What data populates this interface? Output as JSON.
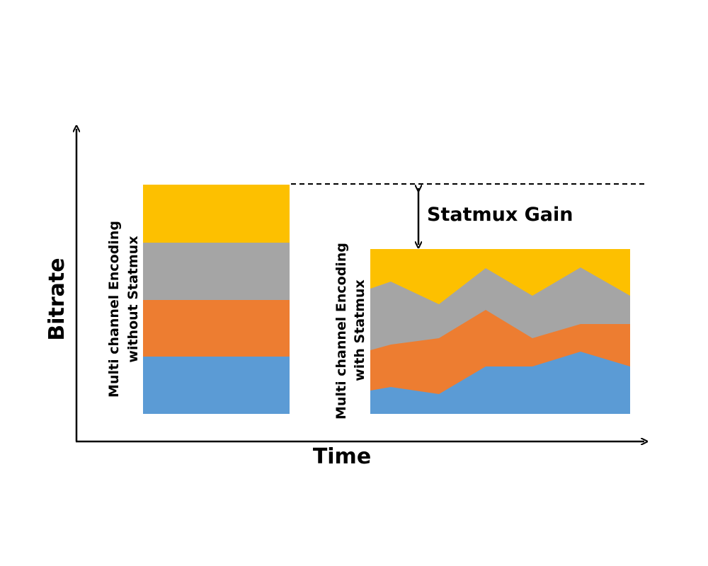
{
  "axes": {
    "y_label": "Bitrate",
    "x_label": "Time"
  },
  "colors": {
    "yellow": "#fdc000",
    "gray": "#a5a5a5",
    "orange": "#ed7d31",
    "blue": "#5b9bd5",
    "axis": "#000000"
  },
  "left_block": {
    "label_line1": "Multi channel Encoding",
    "label_line2": "without Statmux"
  },
  "right_block": {
    "label_line1": "Multi channel Encoding",
    "label_line2": "with Statmux"
  },
  "gain": {
    "label": "Statmux Gain"
  }
}
